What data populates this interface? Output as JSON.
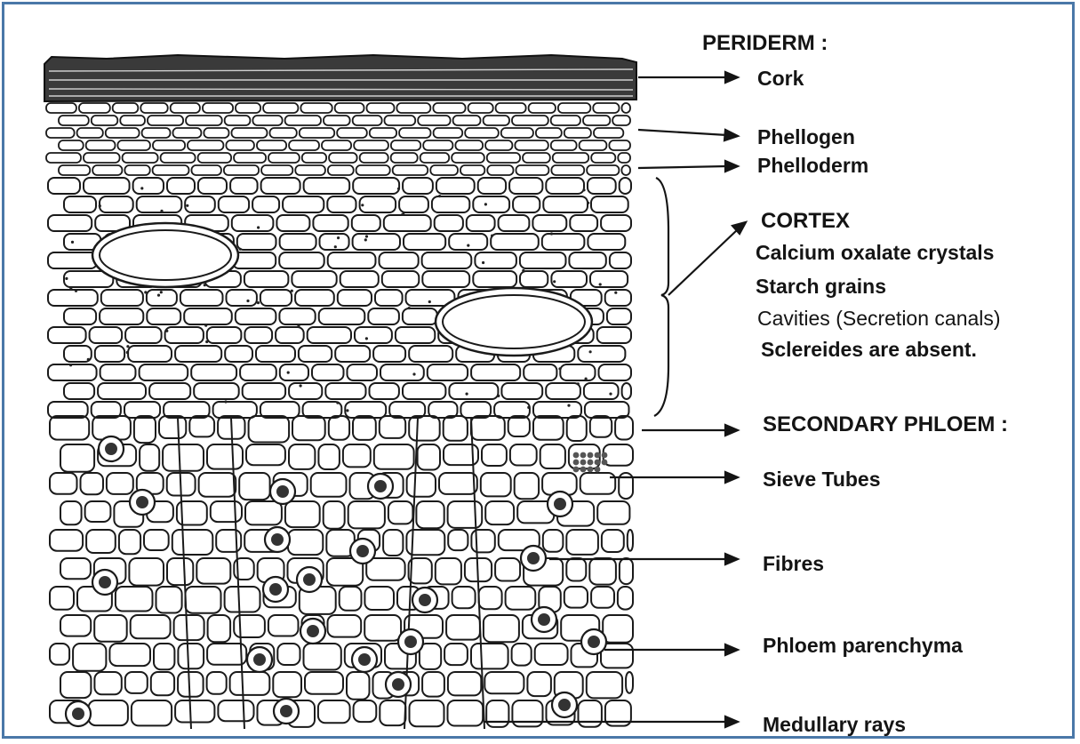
{
  "figure": {
    "labels": {
      "periderm": "PERIDERM :",
      "cork": "Cork",
      "phellogen": "Phellogen",
      "phelloderm": "Phelloderm",
      "cortex": "CORTEX",
      "calcium": "Calcium oxalate crystals",
      "starch": "Starch grains",
      "cavities": "Cavities (Secretion canals)",
      "sclereides": "Sclereides are absent.",
      "secondary_phloem": "SECONDARY PHLOEM :",
      "sieve_tubes": "Sieve Tubes",
      "fibres": "Fibres",
      "phloem_parenchyma": "Phloem parenchyma",
      "medullary_rays": "Medullary rays"
    },
    "colors": {
      "ink": "#141414",
      "border": "#4a78a8"
    }
  }
}
